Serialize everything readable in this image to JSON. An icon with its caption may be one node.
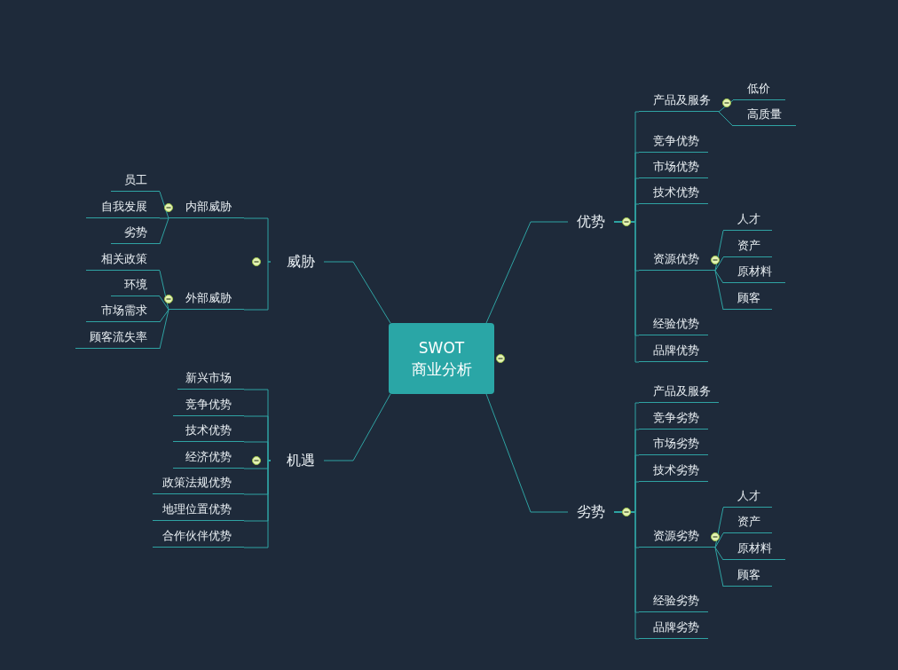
{
  "diagram": {
    "nodes": [
      {
        "text": [
          "SWOT 商业分析"
        ]
      },
      {
        "text": [
          "优势"
        ]
      },
      {
        "text": [
          "产品及服务"
        ]
      },
      {
        "text": [
          "低价"
        ]
      },
      {
        "text": [
          "高质量"
        ]
      },
      {
        "text": [
          "竞争优势"
        ]
      },
      {
        "text": [
          "市场优势"
        ]
      },
      {
        "text": [
          "技术优势"
        ]
      },
      {
        "text": [
          "资源优势"
        ]
      },
      {
        "text": [
          "人才"
        ]
      },
      {
        "text": [
          "资产"
        ]
      },
      {
        "text": [
          "原材料"
        ]
      },
      {
        "text": [
          "顾客"
        ]
      },
      {
        "text": [
          "经验优势"
        ]
      },
      {
        "text": [
          "品牌优势"
        ]
      },
      {
        "text": [
          "劣势"
        ]
      },
      {
        "text": [
          "产品及服务"
        ]
      },
      {
        "text": [
          "竞争劣势"
        ]
      },
      {
        "text": [
          "市场劣势"
        ]
      },
      {
        "text": [
          "技术劣势"
        ]
      },
      {
        "text": [
          "资源劣势"
        ]
      },
      {
        "text": [
          "人才"
        ]
      },
      {
        "text": [
          "资产"
        ]
      },
      {
        "text": [
          "原材料"
        ]
      },
      {
        "text": [
          "顾客"
        ]
      },
      {
        "text": [
          "经验劣势"
        ]
      },
      {
        "text": [
          "品牌劣势"
        ]
      },
      {
        "text": [
          "威胁"
        ]
      },
      {
        "text": [
          "内部威胁"
        ]
      },
      {
        "text": [
          "员工"
        ]
      },
      {
        "text": [
          "自我发展"
        ]
      },
      {
        "text": [
          "劣势"
        ]
      },
      {
        "text": [
          "外部威胁"
        ]
      },
      {
        "text": [
          "相关政策"
        ]
      },
      {
        "text": [
          "环境"
        ]
      },
      {
        "text": [
          "市场需求"
        ]
      },
      {
        "text": [
          "顾客流失率"
        ]
      },
      {
        "text": [
          "机遇"
        ]
      },
      {
        "text": [
          "新兴市场"
        ]
      },
      {
        "text": [
          "竞争优势"
        ]
      },
      {
        "text": [
          "技术优势"
        ]
      },
      {
        "text": [
          "经济优势"
        ]
      },
      {
        "text": [
          "政策法规优势"
        ]
      },
      {
        "text": [
          "地理位置优势"
        ]
      },
      {
        "text": [
          "合作伙伴优势"
        ]
      }
    ],
    "edges": [
      {
        "from": 0,
        "to": 1,
        "arrow": "none"
      },
      {
        "from": 1,
        "to": 2,
        "arrow": "none"
      },
      {
        "from": 2,
        "to": 3,
        "arrow": "none"
      },
      {
        "from": 2,
        "to": 4,
        "arrow": "none"
      },
      {
        "from": 1,
        "to": 5,
        "arrow": "none"
      },
      {
        "from": 1,
        "to": 6,
        "arrow": "none"
      },
      {
        "from": 1,
        "to": 7,
        "arrow": "none"
      },
      {
        "from": 1,
        "to": 8,
        "arrow": "none"
      },
      {
        "from": 8,
        "to": 9,
        "arrow": "none"
      },
      {
        "from": 8,
        "to": 10,
        "arrow": "none"
      },
      {
        "from": 8,
        "to": 11,
        "arrow": "none"
      },
      {
        "from": 8,
        "to": 12,
        "arrow": "none"
      },
      {
        "from": 1,
        "to": 13,
        "arrow": "none"
      },
      {
        "from": 1,
        "to": 14,
        "arrow": "none"
      },
      {
        "from": 0,
        "to": 15,
        "arrow": "none"
      },
      {
        "from": 15,
        "to": 16,
        "arrow": "none"
      },
      {
        "from": 15,
        "to": 17,
        "arrow": "none"
      },
      {
        "from": 15,
        "to": 18,
        "arrow": "none"
      },
      {
        "from": 15,
        "to": 19,
        "arrow": "none"
      },
      {
        "from": 15,
        "to": 20,
        "arrow": "none"
      },
      {
        "from": 20,
        "to": 21,
        "arrow": "none"
      },
      {
        "from": 20,
        "to": 22,
        "arrow": "none"
      },
      {
        "from": 20,
        "to": 23,
        "arrow": "none"
      },
      {
        "from": 20,
        "to": 24,
        "arrow": "none"
      },
      {
        "from": 15,
        "to": 25,
        "arrow": "none"
      },
      {
        "from": 15,
        "to": 26,
        "arrow": "none"
      },
      {
        "from": 0,
        "to": 27,
        "arrow": "none"
      },
      {
        "from": 27,
        "to": 28,
        "arrow": "none"
      },
      {
        "from": 28,
        "to": 29,
        "arrow": "none"
      },
      {
        "from": 28,
        "to": 30,
        "arrow": "none"
      },
      {
        "from": 28,
        "to": 31,
        "arrow": "none"
      },
      {
        "from": 27,
        "to": 32,
        "arrow": "none"
      },
      {
        "from": 32,
        "to": 33,
        "arrow": "none"
      },
      {
        "from": 32,
        "to": 34,
        "arrow": "none"
      },
      {
        "from": 32,
        "to": 35,
        "arrow": "none"
      },
      {
        "from": 32,
        "to": 36,
        "arrow": "none"
      },
      {
        "from": 0,
        "to": 37,
        "arrow": "none"
      },
      {
        "from": 37,
        "to": 38,
        "arrow": "none"
      },
      {
        "from": 37,
        "to": 39,
        "arrow": "none"
      },
      {
        "from": 37,
        "to": 40,
        "arrow": "none"
      },
      {
        "from": 37,
        "to": 41,
        "arrow": "none"
      },
      {
        "from": 37,
        "to": 42,
        "arrow": "none"
      },
      {
        "from": 37,
        "to": 43,
        "arrow": "none"
      },
      {
        "from": 37,
        "to": 44,
        "arrow": "none"
      }
    ]
  }
}
